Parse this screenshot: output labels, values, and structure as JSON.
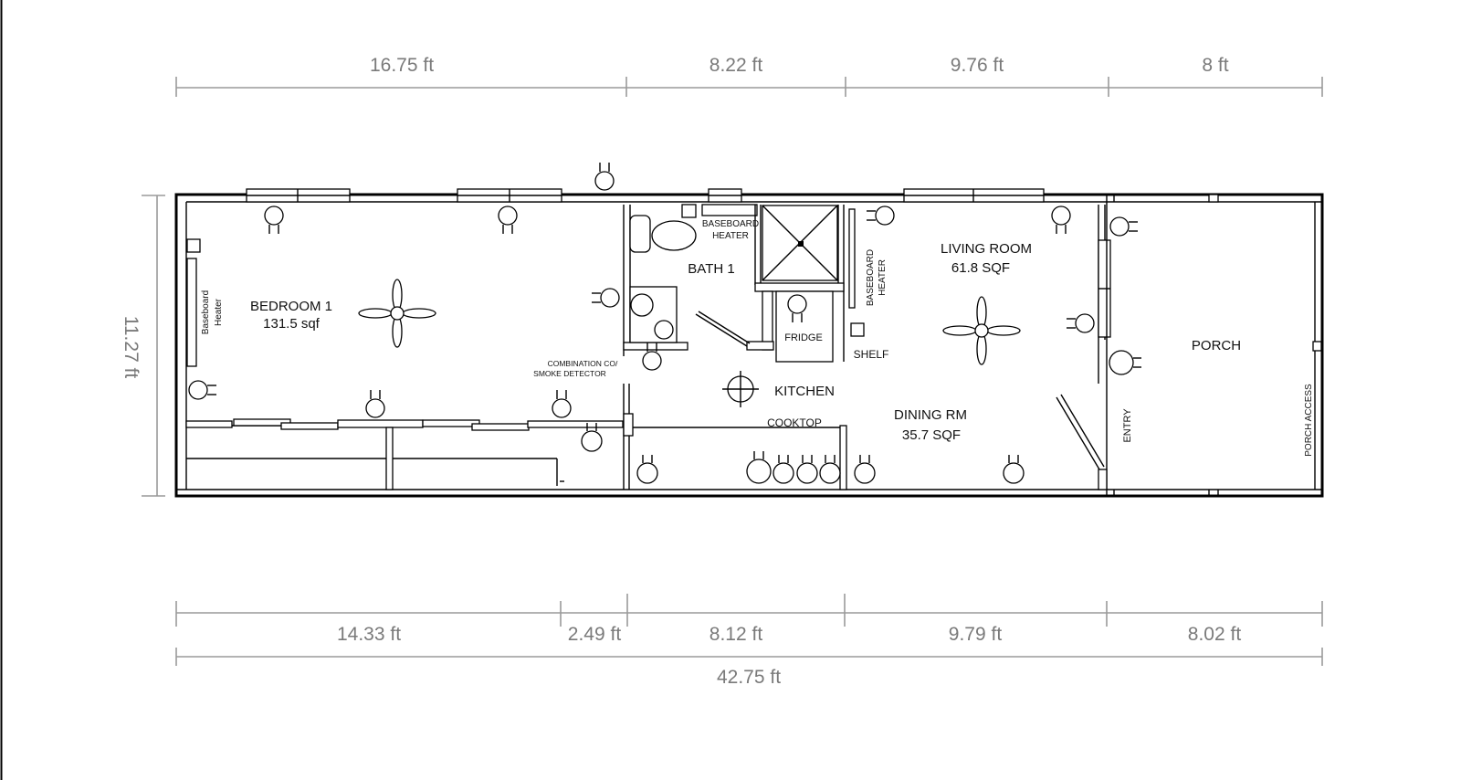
{
  "dimensions": {
    "top": [
      "16.75 ft",
      "8.22 ft",
      "9.76 ft",
      "8 ft"
    ],
    "bottom": [
      "14.33 ft",
      "2.49 ft",
      "8.12 ft",
      "9.79 ft",
      "8.02 ft"
    ],
    "total": "42.75 ft",
    "side": "11.27 ft"
  },
  "rooms": {
    "bedroom": {
      "name": "BEDROOM 1",
      "area": "131.5 sqf"
    },
    "bath": {
      "name": "BATH 1"
    },
    "living": {
      "name": "LIVING ROOM",
      "area": "61.8 SQF"
    },
    "kitchen": {
      "name": "KITCHEN"
    },
    "dining": {
      "name": "DINING RM",
      "area": "35.7 SQF"
    },
    "porch": {
      "name": "PORCH"
    }
  },
  "labels": {
    "baseboard_bed_1": "Baseboard",
    "baseboard_bed_2": "Heater",
    "baseboard_bath_1": "BASEBOARD",
    "baseboard_bath_2": "HEATER",
    "baseboard_lr_1": "BASEBOARD",
    "baseboard_lr_2": "HEATER",
    "detector_1": "COMBINATION CO/",
    "detector_2": "SMOKE DETECTOR",
    "fridge": "FRIDGE",
    "shelf": "SHELF",
    "cooktop": "COOKTOP",
    "entry": "ENTRY",
    "porch_access": "PORCH ACCESS"
  }
}
